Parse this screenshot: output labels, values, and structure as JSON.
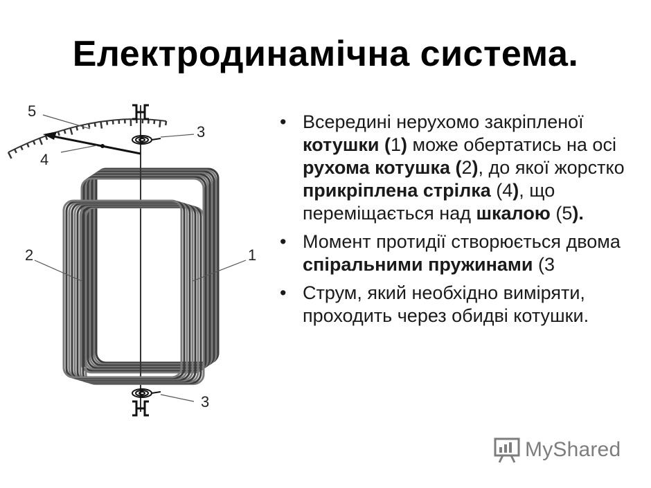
{
  "title": "Електродинамічна система.",
  "labels": {
    "fixed_coil": "1",
    "moving_coil": "2",
    "spring_top": "3",
    "spring_bottom": "3",
    "pointer": "4",
    "scale": "5"
  },
  "bullets": [
    [
      {
        "t": "Всередині нерухомо закріпленої "
      },
      {
        "t": "котушки (",
        "b": true
      },
      {
        "t": "1"
      },
      {
        "t": ")",
        "b": true
      },
      {
        "t": " може обертатись на осі "
      },
      {
        "t": "рухома котушка (",
        "b": true
      },
      {
        "t": "2"
      },
      {
        "t": ")",
        "b": true
      },
      {
        "t": ", до якої жорстко "
      },
      {
        "t": "прикріплена стрілка",
        "b": true
      },
      {
        "t": " (4"
      },
      {
        "t": ")",
        "b": true
      },
      {
        "t": ", що переміщається над "
      },
      {
        "t": "шкалою",
        "b": true
      },
      {
        "t": " (5"
      },
      {
        "t": ").",
        "b": true
      }
    ],
    [
      {
        "t": "Момент протидії створюється двома "
      },
      {
        "t": "спіральними пружинами",
        "b": true
      },
      {
        "t": " (3"
      }
    ],
    [
      {
        "t": "Струм, який необхідно виміряти, проходить через обидві котушки."
      }
    ]
  ],
  "watermark": {
    "text": "MyShared",
    "icon": "presentation-board-icon"
  },
  "colors": {
    "coil": "#606060",
    "coil_dark": "#3c3c3c",
    "text": "#1a1a1a",
    "watermark": "#7d7d7d"
  }
}
